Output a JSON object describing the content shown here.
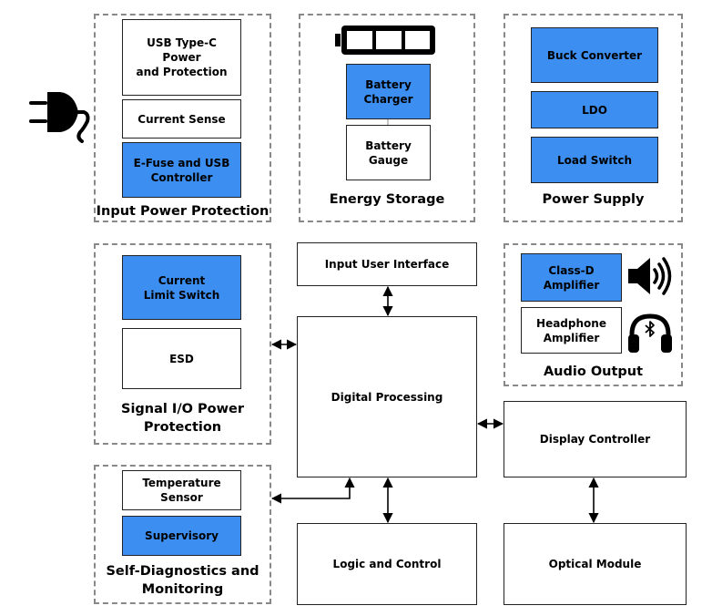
{
  "colors": {
    "accent_block": "#3c8ef0",
    "border": "#222222",
    "group_border": "#888888"
  },
  "groups": {
    "input_power_protection": "Input Power Protection",
    "energy_storage": "Energy Storage",
    "power_supply": "Power Supply",
    "signal_io": "Signal I/O Power\nProtection",
    "audio_output": "Audio Output",
    "self_diag": "Self-Diagnostics and\nMonitoring"
  },
  "blocks": {
    "usb_typec": "USB Type-C Power\nand Protection",
    "current_sense": "Current Sense",
    "efuse": "E-Fuse and USB\nController",
    "battery_charger": "Battery\nCharger",
    "battery_gauge": "Battery\nGauge",
    "buck": "Buck Converter",
    "ldo": "LDO",
    "load_switch": "Load Switch",
    "current_limit": "Current\nLimit Switch",
    "esd": "ESD",
    "input_ui": "Input User Interface",
    "digital": "Digital Processing",
    "classd": "Class-D\nAmplifier",
    "headphone_amp": "Headphone\nAmplifier",
    "display_ctrl": "Display Controller",
    "temp_sensor": "Temperature Sensor",
    "supervisory": "Supervisory",
    "logic": "Logic and Control",
    "optical": "Optical Module"
  },
  "icons": [
    "power-plug-icon",
    "battery-full-icon",
    "speaker-icon",
    "bluetooth-headphones-icon"
  ]
}
